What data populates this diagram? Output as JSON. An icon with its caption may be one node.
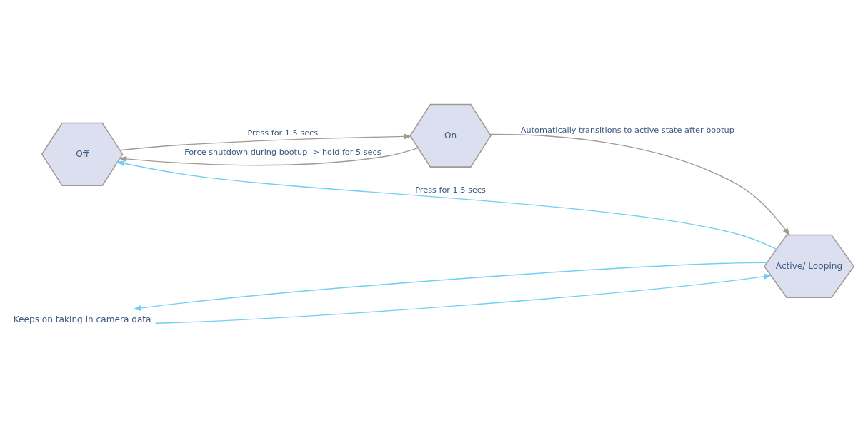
{
  "diagram": {
    "nodes": [
      {
        "text": [
          "Off"
        ]
      },
      {
        "text": [
          "On"
        ]
      },
      {
        "text": [
          "Active/ Looping"
        ]
      },
      {
        "text": [
          "Keeps on taking in camera data"
        ]
      }
    ],
    "edges": [
      {
        "from": 1,
        "to": 0,
        "arrow": "to",
        "label": "Force shutdown during bootup -> hold for 5 secs"
      },
      {
        "from": 0,
        "to": 1,
        "arrow": "to",
        "label": "Press for 1.5 secs"
      },
      {
        "from": 2,
        "to": 0,
        "arrow": "to",
        "label": "Press for 1.5 secs",
        "color": "#6fcff5"
      },
      {
        "from": 3,
        "to": 2,
        "arrow": "to",
        "color": "#6fcff5"
      },
      {
        "from": 2,
        "to": 3,
        "arrow": "to",
        "color": "#6fcff5"
      },
      {
        "from": 1,
        "to": 2,
        "arrow": "to",
        "label": "Automatically transitions to active state after bootup"
      }
    ]
  }
}
